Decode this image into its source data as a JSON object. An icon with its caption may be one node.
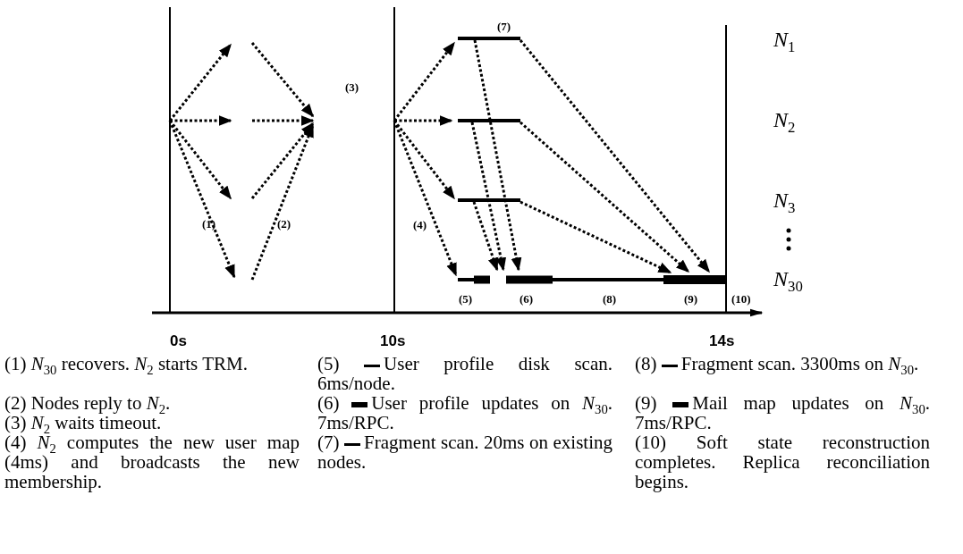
{
  "diagram": {
    "labels": [
      "(7)",
      "*N*$_{1}$",
      "(3)",
      "*N*$_{2}$",
      "*N*$_{3}$",
      "(1)",
      "(2)",
      "(4)",
      "(5)",
      "(6)",
      "(8)",
      "(9)",
      "(10)",
      "*N*$_{30}$",
      "0s",
      "10s",
      "14s",
      "(1) *N*$_{30}$ recovers. *N*$_{2}$ starts TRM.",
      "(2) Nodes reply to *N*$_{2}$.",
      "(3) *N*$_{2}$ waits timeout.",
      "(4) *N*$_{2}$ computes the new user map (4ms) and broadcasts the new membership.",
      "(5) User profile disk scan. 6ms/node.",
      "(6) User profile updates on *N*$_{30}$. 7ms/RPC.",
      "(7) Fragment scan. 20ms on existing nodes.",
      "(8) Fragment scan. 3300ms on *N*$_{30}$.",
      "(9) Mail map updates on *N*$_{30}$. 7ms/RPC.",
      "(10) Soft state reconstruction completes. Replica reconciliation begins."
    ]
  }
}
